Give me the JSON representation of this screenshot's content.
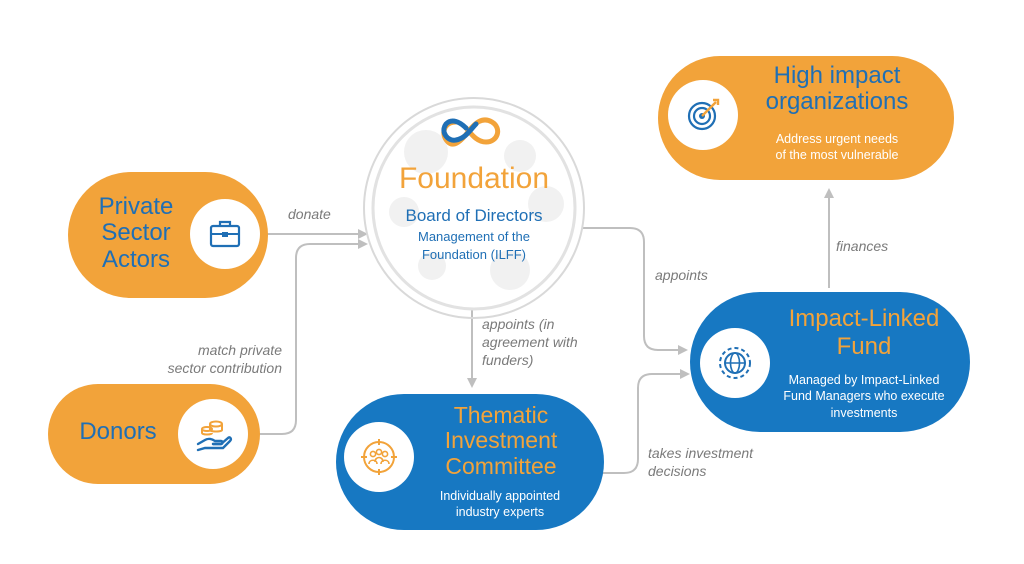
{
  "nodes": {
    "private_sector": {
      "title_lines": [
        "Private",
        "Sector",
        "Actors"
      ]
    },
    "donors": {
      "title": "Donors"
    },
    "foundation": {
      "title": "Foundation",
      "subtitle": "Board of Directors",
      "desc_lines": [
        "Management of the",
        "Foundation (ILFF)"
      ]
    },
    "high_impact": {
      "title_lines": [
        "High impact",
        "organizations"
      ],
      "desc_lines": [
        "Address urgent needs",
        "of the most vulnerable"
      ]
    },
    "impact_fund": {
      "title_lines": [
        "Impact-Linked",
        "Fund"
      ],
      "desc_lines": [
        "Managed by Impact-Linked",
        "Fund Managers who execute",
        "investments"
      ]
    },
    "thematic": {
      "title_lines": [
        "Thematic",
        "Investment",
        "Committee"
      ],
      "desc_lines": [
        "Individually appointed",
        "industry experts"
      ]
    }
  },
  "edges": {
    "donate": "donate",
    "match": [
      "match private",
      "sector contribution"
    ],
    "appoints_fund": "appoints",
    "appoints_committee": [
      "appoints (in",
      "agreement with",
      "funders)"
    ],
    "finances": "finances",
    "decisions": [
      "takes investment",
      "decisions"
    ]
  },
  "colors": {
    "orange": "#f2a33a",
    "blue": "#1778c2",
    "connector": "#bfbfbf",
    "label": "#7a7a7a"
  },
  "icons": {
    "private_sector": "briefcase-icon",
    "donors": "coins-in-hand-icon",
    "foundation": "infinity-logo-icon",
    "high_impact": "target-icon",
    "impact_fund": "globe-gear-icon",
    "thematic": "committee-people-icon"
  }
}
